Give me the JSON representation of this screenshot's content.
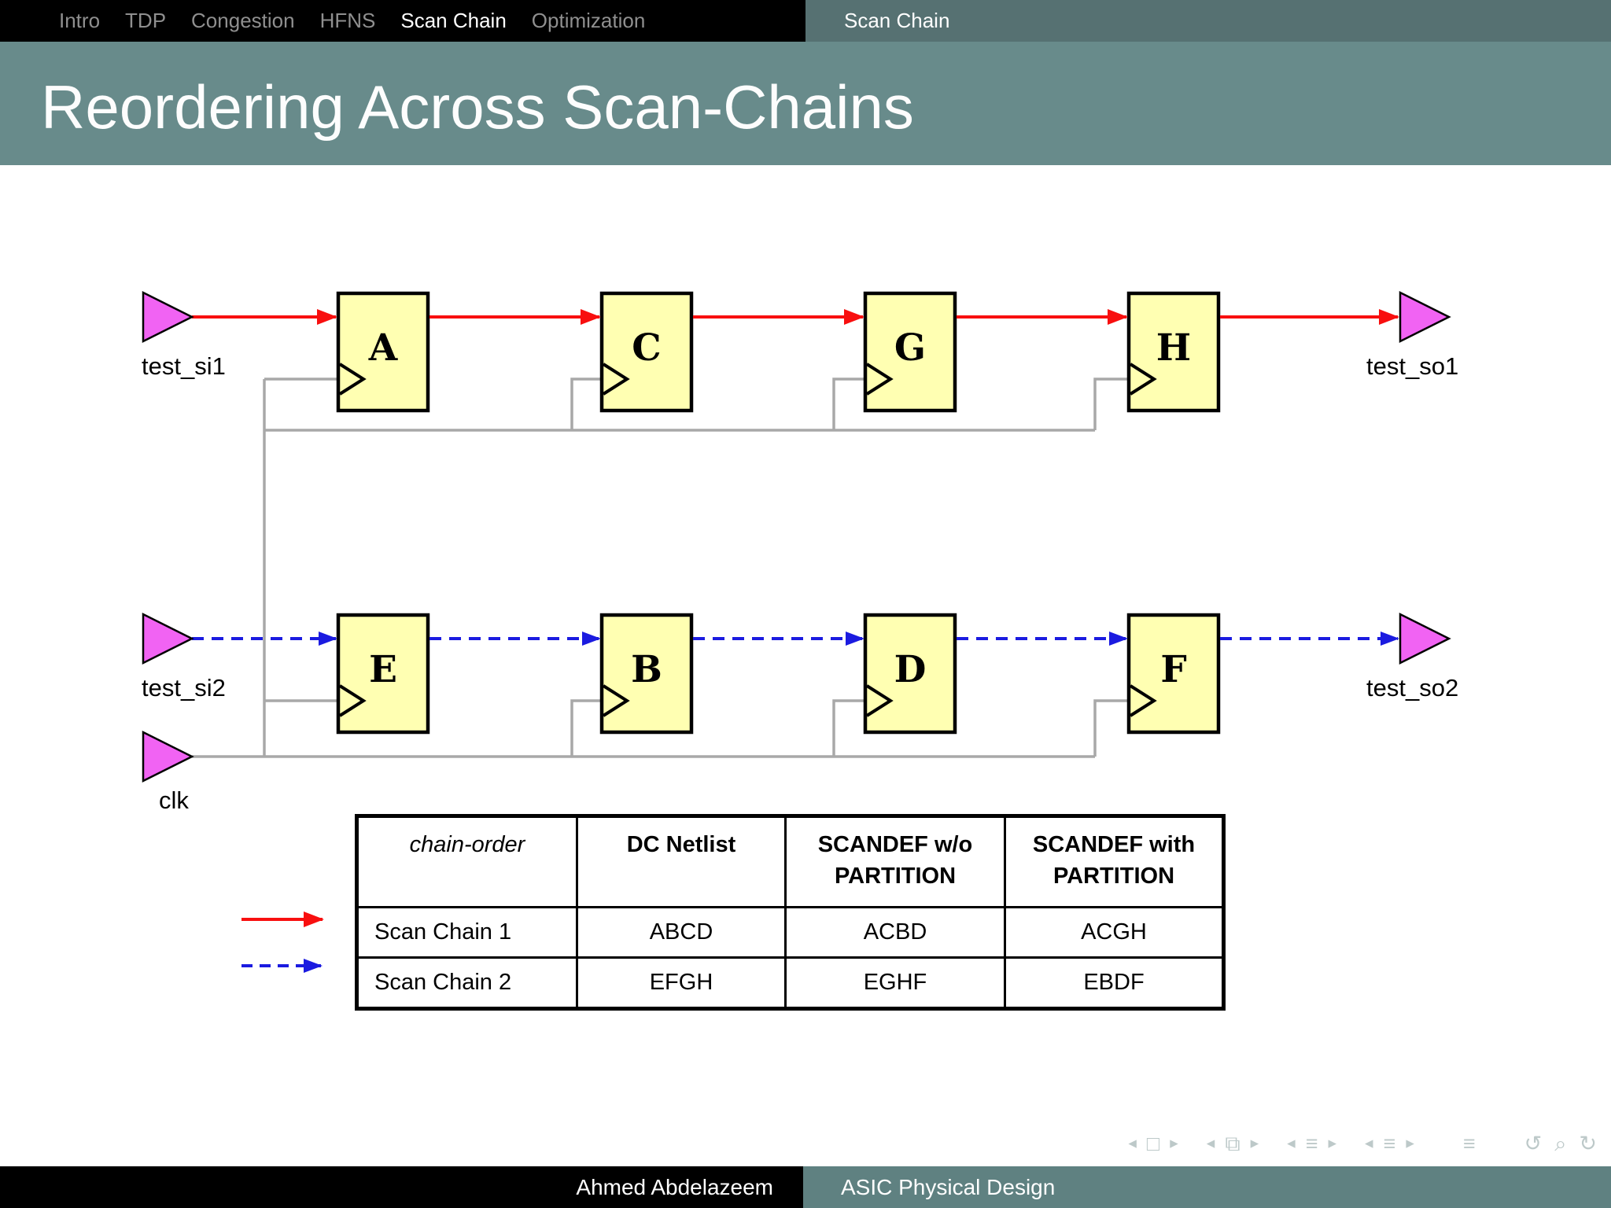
{
  "top_nav": {
    "items": [
      {
        "label": "Intro",
        "active": false
      },
      {
        "label": "TDP",
        "active": false
      },
      {
        "label": "Congestion",
        "active": false
      },
      {
        "label": "HFNS",
        "active": false
      },
      {
        "label": "Scan Chain",
        "active": true
      },
      {
        "label": "Optimization",
        "active": false
      }
    ],
    "current_section": "Scan Chain"
  },
  "slide": {
    "title": "Reordering Across Scan-Chains"
  },
  "diagram": {
    "ports": {
      "scan_in_1": "test_si1",
      "scan_out_1": "test_so1",
      "scan_in_2": "test_si2",
      "scan_out_2": "test_so2",
      "clock": "clk"
    },
    "chains": [
      {
        "name": "Scan Chain 1",
        "style": "solid",
        "color": "#f80f0f",
        "flipflops": [
          "A",
          "C",
          "G",
          "H"
        ]
      },
      {
        "name": "Scan Chain 2",
        "style": "dashed",
        "color": "#1b1be0",
        "flipflops": [
          "E",
          "B",
          "D",
          "F"
        ]
      }
    ],
    "wire_colors": {
      "clock": "#a8a8a8"
    },
    "flipflop_fill": "#ffffb2",
    "port_fill": "#f163f3"
  },
  "table": {
    "headers": [
      "chain-order",
      "DC Netlist",
      "SCANDEF w/o PARTITION",
      "SCANDEF with PARTITION"
    ],
    "rows": [
      {
        "cells": [
          "Scan Chain 1",
          "ABCD",
          "ACBD",
          "ACGH"
        ]
      },
      {
        "cells": [
          "Scan Chain 2",
          "EFGH",
          "EGHF",
          "EBDF"
        ]
      }
    ]
  },
  "nav_symbols": {
    "items": [
      {
        "name": "prev-slide",
        "glyph": "◂"
      },
      {
        "name": "slide",
        "glyph": "□"
      },
      {
        "name": "next-slide",
        "glyph": "▸"
      },
      {
        "name": "prev-frame",
        "glyph": "◂"
      },
      {
        "name": "frame-stack",
        "glyph": "⧉"
      },
      {
        "name": "next-frame",
        "glyph": "▸"
      },
      {
        "name": "prev-subsection",
        "glyph": "◂"
      },
      {
        "name": "subsection-list",
        "glyph": "≡"
      },
      {
        "name": "next-subsection",
        "glyph": "▸"
      },
      {
        "name": "prev-section",
        "glyph": "◂"
      },
      {
        "name": "section-list",
        "glyph": "≡"
      },
      {
        "name": "next-section",
        "glyph": "▸"
      },
      {
        "name": "appendix-list",
        "glyph": "≡"
      },
      {
        "name": "back",
        "glyph": "↺"
      },
      {
        "name": "find",
        "glyph": "⌕"
      },
      {
        "name": "forward",
        "glyph": "↻"
      }
    ]
  },
  "footer": {
    "author": "Ahmed Abdelazeem",
    "title": "ASIC Physical Design"
  }
}
